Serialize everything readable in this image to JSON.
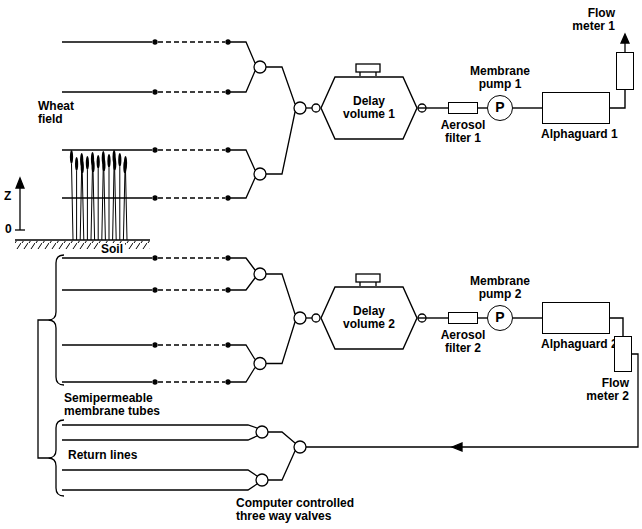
{
  "diagram": {
    "nodes": [
      {
        "text": [
          "Delay volume 1"
        ]
      },
      {
        "text": [
          "Aerosol filter 1"
        ]
      },
      {
        "text": [
          "Membrane pump 1",
          "P"
        ]
      },
      {
        "text": [
          "Alphaguard 1"
        ]
      },
      {
        "text": [
          "Flow meter 1"
        ]
      },
      {
        "text": [
          "Delay volume 2"
        ]
      },
      {
        "text": [
          "Aerosol filter 2"
        ]
      },
      {
        "text": [
          "Membrane pump 2",
          "P"
        ]
      },
      {
        "text": [
          "Alphaguard 2"
        ]
      },
      {
        "text": [
          "Flow meter 2"
        ]
      }
    ],
    "edges": [
      {
        "from": 0,
        "to": 1,
        "arrow": "none"
      },
      {
        "from": 1,
        "to": 2,
        "arrow": "none"
      },
      {
        "from": 2,
        "to": 3,
        "arrow": "none"
      },
      {
        "from": 3,
        "to": 4,
        "arrow": "none"
      },
      {
        "from": 5,
        "to": 6,
        "arrow": "none"
      },
      {
        "from": 6,
        "to": 7,
        "arrow": "none"
      },
      {
        "from": 7,
        "to": 8,
        "arrow": "none"
      },
      {
        "from": 8,
        "to": 9,
        "arrow": "none"
      }
    ],
    "labels": [
      "Wheat field",
      "Z",
      "0",
      "Soil",
      "Semipermeable membrane tubes",
      "Return lines",
      "Computer controlled three way valves"
    ]
  }
}
